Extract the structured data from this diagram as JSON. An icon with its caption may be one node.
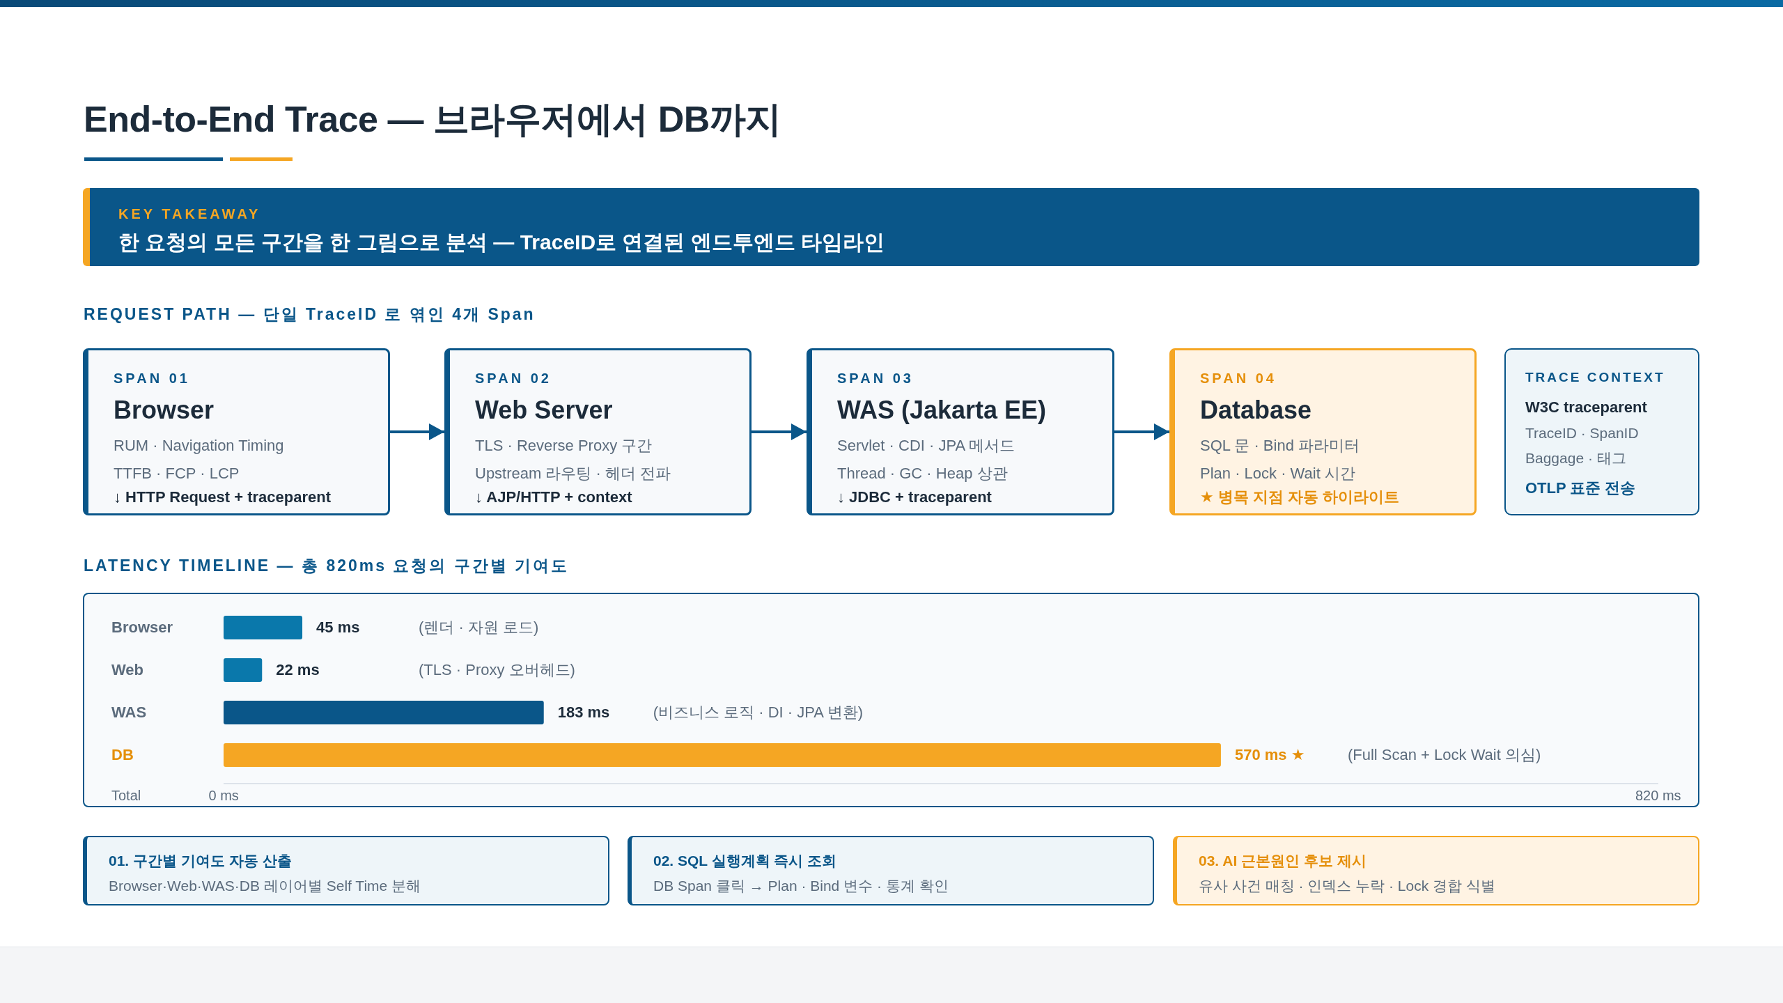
{
  "diagram": {
    "title": "End-to-End Trace — 브라우저에서 DB까지",
    "nodes": [
      {
        "text": [
          "KEY TAKEAWAY",
          "한 요청의 모든 구간을 한 그림으로 분석 — TraceID로 연결된 엔드투엔드 타임라인"
        ]
      },
      {
        "text": [
          "SPAN 01",
          "Browser",
          "RUM · Navigation Timing",
          "TTFB · FCP · LCP",
          "↓ HTTP Request + traceparent"
        ]
      },
      {
        "text": [
          "SPAN 02",
          "Web Server",
          "TLS · Reverse Proxy 구간",
          "Upstream 라우팅 · 헤더 전파",
          "↓ AJP/HTTP + context"
        ]
      },
      {
        "text": [
          "SPAN 03",
          "WAS (Jakarta EE)",
          "Servlet · CDI · JPA 메서드",
          "Thread · GC · Heap 상관",
          "↓ JDBC + traceparent"
        ]
      },
      {
        "text": [
          "SPAN 04",
          "Database",
          "SQL 문 · Bind 파라미터",
          "Plan · Lock · Wait 시간",
          "★ 병목 지점 자동 하이라이트"
        ]
      },
      {
        "text": [
          "TRACE CONTEXT",
          "W3C traceparent",
          "TraceID · SpanID",
          "Baggage · 태그",
          "OTLP 표준 전송"
        ]
      },
      {
        "text": [
          "01. 구간별 기여도 자동 산출",
          "Browser·Web·WAS·DB 레이어별 Self Time 분해"
        ]
      },
      {
        "text": [
          "02. SQL 실행계획 즉시 조회",
          "DB Span 클릭 → Plan · Bind 변수 · 통계 확인"
        ]
      },
      {
        "text": [
          "03. AI 근본원인 후보 제시",
          "유사 사건 매칭 · 인덱스 누락 · Lock 경합 식별"
        ]
      }
    ],
    "edges": [
      {
        "from": 1,
        "to": 2,
        "arrow": "to"
      },
      {
        "from": 2,
        "to": 3,
        "arrow": "to"
      },
      {
        "from": 3,
        "to": 4,
        "arrow": "to"
      }
    ],
    "labels": [
      "REQUEST PATH — 단일 TraceID 로 엮인 4개 Span",
      "LATENCY TIMELINE — 총 820ms 요청의 구간별 기여도"
    ],
    "chart_data": {
      "type": "bar",
      "orientation": "horizontal",
      "categories": [
        "Browser",
        "Web",
        "WAS",
        "DB"
      ],
      "values": [
        45,
        22,
        183,
        570
      ],
      "value_labels": [
        "45 ms",
        "22 ms",
        "183 ms",
        "570 ms ★"
      ],
      "annotations": [
        "(렌더 · 자원 로드)",
        "(TLS · Proxy 오버헤드)",
        "(비즈니스 로직 · DI · JPA 변환)",
        "(Full Scan + Lock Wait 의심)"
      ],
      "xlabel": "Total",
      "xlim": [
        0,
        820
      ],
      "xticks": [
        {
          "value": 0,
          "label": "0 ms"
        },
        {
          "value": 820,
          "label": "820 ms"
        }
      ]
    }
  }
}
